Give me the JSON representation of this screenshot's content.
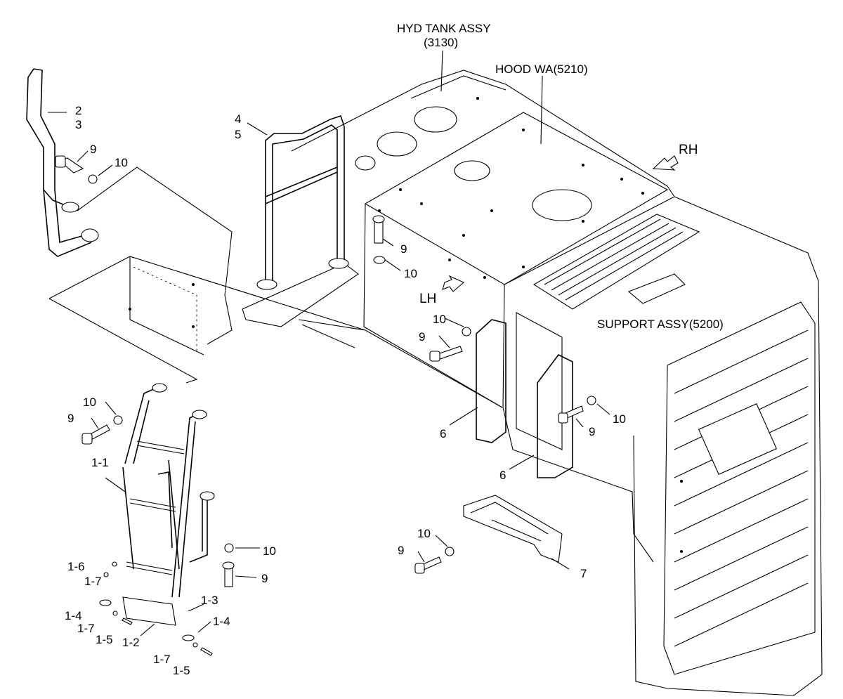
{
  "labels": {
    "hyd_tank": "HYD TANK ASSY",
    "hyd_tank_code": "(3130)",
    "hood": "HOOD WA(5210)",
    "rh": "RH",
    "lh": "LH",
    "support": "SUPPORT ASSY(5200)"
  },
  "parts": {
    "p2": "2",
    "p3": "3",
    "p4": "4",
    "p5": "5",
    "p9a": "9",
    "p10a": "10",
    "p9b": "9",
    "p10b": "10",
    "p10c": "10",
    "p9c": "9",
    "p6a": "6",
    "p6b": "6",
    "p9d": "9",
    "p10d": "10",
    "p10e": "10",
    "p9e": "9",
    "p11": "1-1",
    "p10f": "10",
    "p9f": "9",
    "p16": "1-6",
    "p17a": "1-7",
    "p14a": "1-4",
    "p17b": "1-7",
    "p15a": "1-5",
    "p12": "1-2",
    "p13": "1-3",
    "p14b": "1-4",
    "p17c": "1-7",
    "p15b": "1-5",
    "p10g": "10",
    "p9g": "9",
    "p7": "7"
  }
}
